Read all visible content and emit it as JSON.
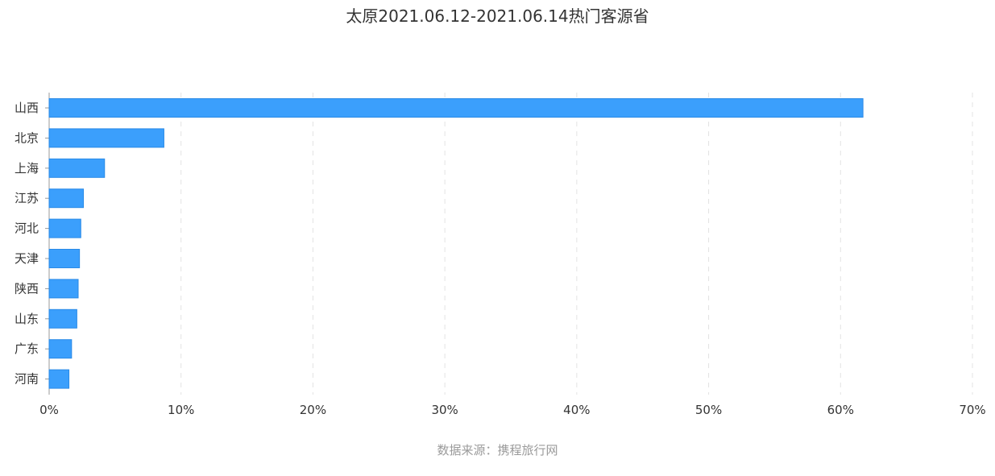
{
  "source_text": "数据来源：携程旅行网",
  "chart_data": {
    "type": "bar",
    "orientation": "horizontal",
    "title": "太原2021.06.12-2021.06.14热门客源省",
    "categories": [
      "山西",
      "北京",
      "上海",
      "江苏",
      "河北",
      "天津",
      "陕西",
      "山东",
      "广东",
      "河南"
    ],
    "values": [
      61.7,
      8.7,
      4.2,
      2.6,
      2.4,
      2.3,
      2.2,
      2.1,
      1.7,
      1.5
    ],
    "xlim": [
      0,
      70
    ],
    "xticks": [
      "0%",
      "10%",
      "20%",
      "30%",
      "40%",
      "50%",
      "60%",
      "70%"
    ],
    "grid": true,
    "bar_color": "#3b9ffc",
    "bar_stroke": "#2a8ae6"
  }
}
